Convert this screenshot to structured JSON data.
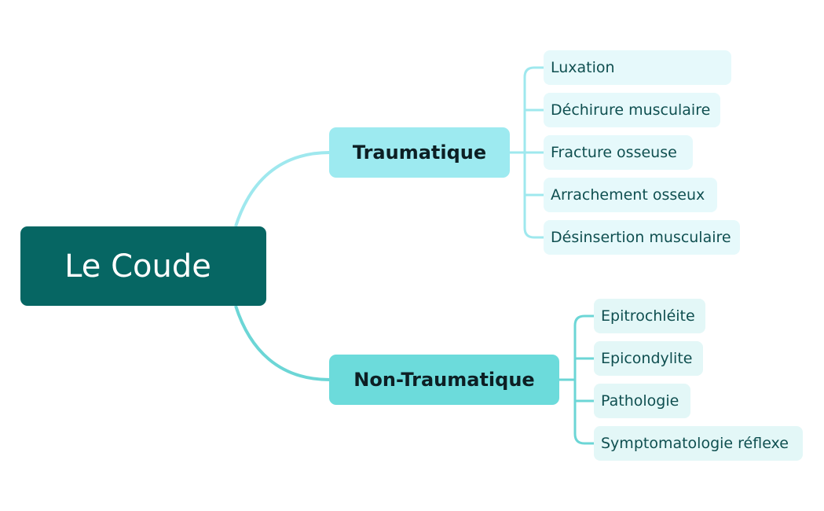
{
  "mindmap": {
    "root": {
      "label": "Le Coude",
      "color": "#066663"
    },
    "branches": [
      {
        "label": "Traumatique",
        "color": "#9deaf0",
        "line_color": "#9fe8ee",
        "leaf_color": "#e6f9fb",
        "children": [
          "Luxation",
          "Déchirure musculaire",
          "Fracture osseuse",
          "Arrachement osseux",
          "Désinsertion musculaire"
        ]
      },
      {
        "label": "Non-Traumatique",
        "color": "#6cdbdb",
        "line_color": "#6cd6d6",
        "leaf_color": "#e3f7f7",
        "children": [
          "Epitrochléite",
          "Epicondylite",
          "Pathologie",
          "Symptomatologie réflexe"
        ]
      }
    ]
  }
}
